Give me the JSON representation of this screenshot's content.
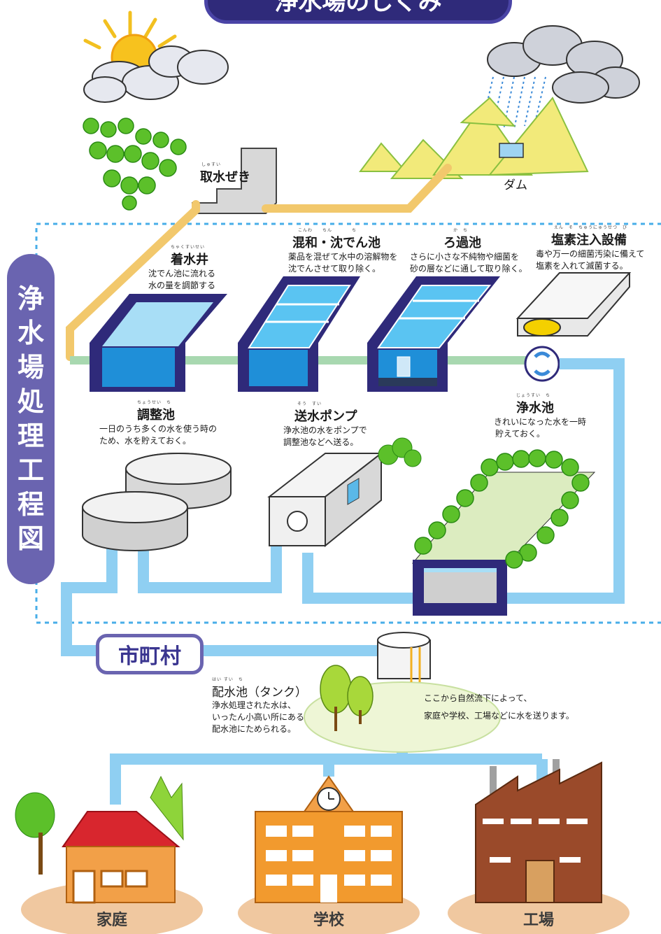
{
  "header": {
    "title_partial": "浄水場のしくみ"
  },
  "side_title": "浄水場処理工程図",
  "nodes": {
    "intake": {
      "label": "取水ぜき",
      "ruby": "しゅすい"
    },
    "dam": {
      "label": "ダム"
    },
    "well": {
      "label": "着水井",
      "ruby": "ちゃくすいせい",
      "lines": [
        "沈でん池に流れる",
        "水の量を調節する"
      ]
    },
    "mixing": {
      "label": "混和・沈でん池",
      "ruby": "こんわ　　ちん　　　　ち",
      "lines": [
        "薬品を混ぜて水中の溶解物を",
        "沈でんさせて取り除く。"
      ]
    },
    "filter": {
      "label": "ろ過池",
      "ruby": "か　ち",
      "lines": [
        "さらに小さな不純物や細菌を",
        "砂の層などに通して取り除く。"
      ]
    },
    "chlorine": {
      "label": "塩素注入設備",
      "ruby": "えん　そ　ちゅうにゅうせつ　び",
      "lines": [
        "毒や万一の細菌汚染に備えて",
        "塩素を入れて滅菌する。"
      ]
    },
    "adjust": {
      "label": "調整池",
      "ruby": "ちょうせい　ち",
      "lines": [
        "一日のうち多くの水を使う時の",
        "ため、水を貯えておく。"
      ]
    },
    "pump": {
      "label": "送水ポンプ",
      "ruby": "そう　すい",
      "lines": [
        "浄水池の水をポンプで",
        "調整池などへ送る。"
      ]
    },
    "clearwell": {
      "label": "浄水池",
      "ruby": "じょうすい　ち",
      "lines": [
        "きれいになった水を一時",
        "貯えておく。"
      ]
    },
    "tank": {
      "label": "配水池（タンク）",
      "ruby": "はい すい　ち",
      "lines": [
        "浄水処理された水は、",
        "いったん小高い所にある",
        "配水池にためられる。"
      ]
    },
    "gravity": {
      "lines": [
        "ここから自然流下によって、",
        "家庭や学校、工場などに水を送ります。"
      ]
    }
  },
  "city": "市町村",
  "buildings": {
    "home": "家庭",
    "school": "学校",
    "factory": "工場"
  },
  "colors": {
    "navy": "#2f2a7a",
    "purple": "#6a64b0",
    "water": "#8fcff2",
    "intake_pipe": "#f2c86c",
    "leaf": "#5cc02a",
    "orange": "#f29a2e"
  }
}
